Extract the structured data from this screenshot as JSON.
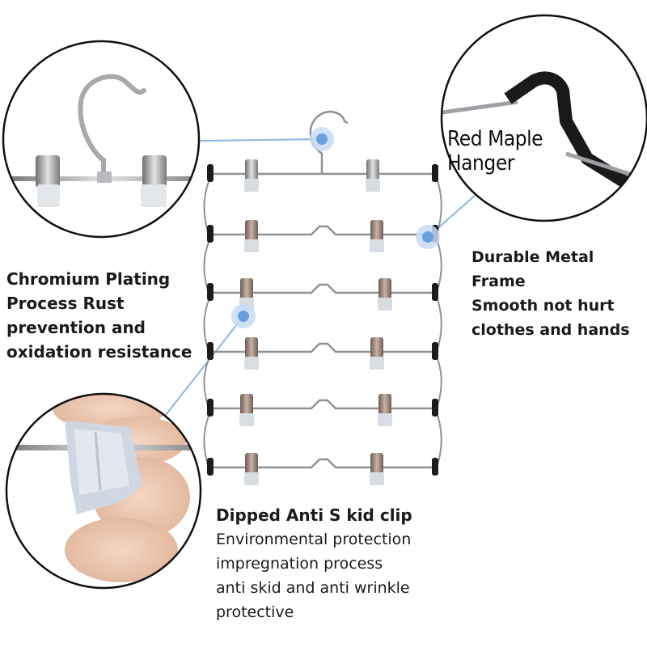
{
  "brand": {
    "label": "Red Maple Hanger"
  },
  "captions": {
    "chromium": {
      "lines": [
        "Chromium Plating",
        "Process Rust",
        "prevention and",
        "oxidation resistance"
      ]
    },
    "metal_frame": {
      "lines": [
        "Durable Metal Frame",
        "Smooth not hurt",
        "clothes and hands"
      ]
    },
    "clip": {
      "title": "Dipped Anti S kid clip",
      "lines": [
        "Environmental protection",
        "impregnation process",
        "anti skid and anti wrinkle",
        "protective"
      ]
    }
  },
  "colors": {
    "callout_line": "#8bb4e6",
    "callout_dot": "#6a9fe0",
    "wire": "#8f9296",
    "clip_metal": "#9a8478",
    "clip_pad": "#d8dde3",
    "end_cap": "#1c1c1c"
  }
}
